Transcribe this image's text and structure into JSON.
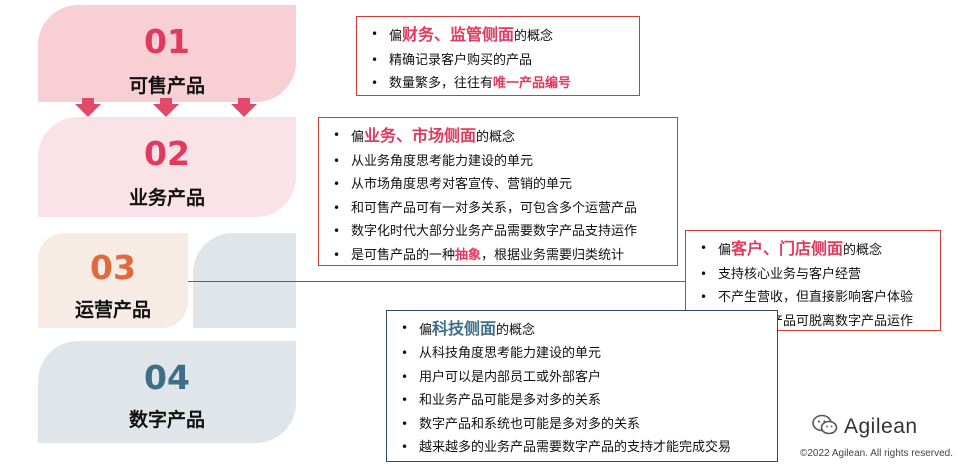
{
  "colors": {
    "accent_pink": "#e03a5f",
    "accent_orange": "#e06a3c",
    "teal": "#3f6f86",
    "red_border": "#d23a3a",
    "navy_border": "#2e4a66"
  },
  "blocks": [
    {
      "num": "01",
      "title": "可售产品"
    },
    {
      "num": "02",
      "title": "业务产品"
    },
    {
      "num": "03",
      "title": "运营产品"
    },
    {
      "num": "04",
      "title": "数字产品"
    }
  ],
  "box1": {
    "l1_pre": "偏",
    "l1_hl": "财务、监管侧面",
    "l1_post": "的概念",
    "l2": "精确记录客户购买的产品",
    "l3_pre": "数量繁多，往往有",
    "l3_hl": "唯一产品编号"
  },
  "box2": {
    "l1_pre": "偏",
    "l1_hl": "业务、市场侧面",
    "l1_post": "的概念",
    "l2": "从业务角度思考能力建设的单元",
    "l3": "从市场角度思考对客宣传、营销的单元",
    "l4": "和可售产品可有一对多关系，可包含多个运营产品",
    "l5": "数字化时代大部分业务产品需要数字产品支持运作",
    "l6_pre": "是可售产品的一种",
    "l6_hl": "抽象",
    "l6_post": "，根据业务需要归类统计"
  },
  "box3": {
    "l1_pre": "偏",
    "l1_hl": "客户、门店侧面",
    "l1_post": "的概念",
    "l2": "支持核心业务与客户经营",
    "l3": "不产生营收，但直接影响客户体验",
    "l4": "部分运营产品可脱离数字产品运作"
  },
  "box4": {
    "l1_pre": "偏",
    "l1_hl": "科技侧面",
    "l1_post": "的概念",
    "l2": "从科技角度思考能力建设的单元",
    "l3": "用户可以是内部员工或外部客户",
    "l4": "和业务产品可能是多对多的关系",
    "l5": "数字产品和系统也可能是多对多的关系",
    "l6": "越来越多的业务产品需要数字产品的支持才能完成交易"
  },
  "watermark": {
    "icon": "wechat-icon",
    "brand": "Agilean",
    "copyright": "©2022 Agilean. All rights reserved."
  }
}
